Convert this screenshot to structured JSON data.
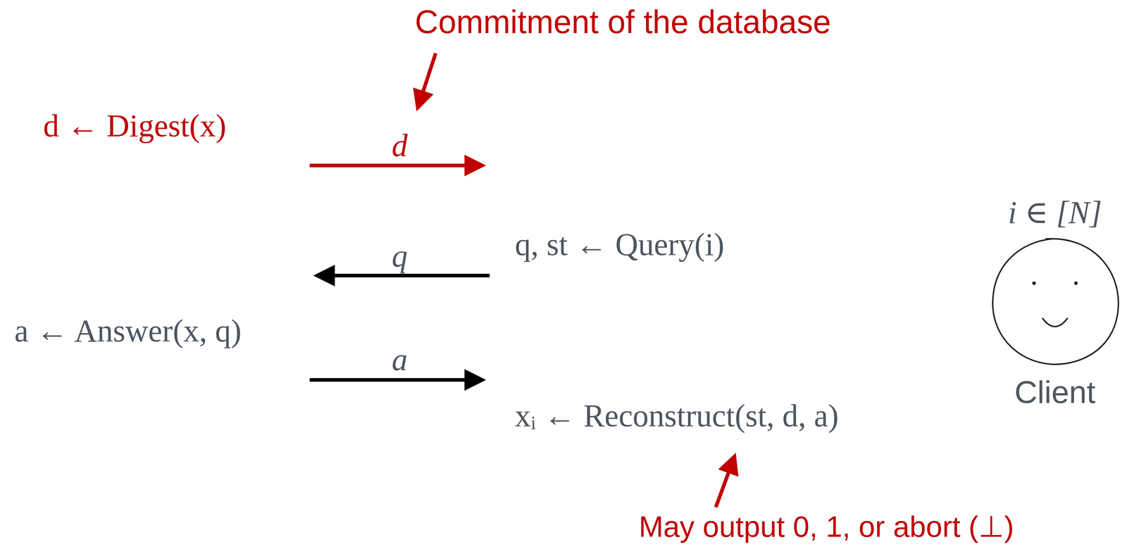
{
  "diagram": {
    "nodes": [
      {
        "text": [
          "i ∈ [N]",
          "Client"
        ]
      }
    ],
    "labels": [
      "Commitment of the database",
      "d ← Digest(x)",
      "d",
      "q, st ← Query(i)",
      "q",
      "a ← Answer(x, q)",
      "a",
      "xᵢ ← Reconstruct(st, d, a)",
      "May output 0, 1, or abort (⊥)"
    ]
  }
}
